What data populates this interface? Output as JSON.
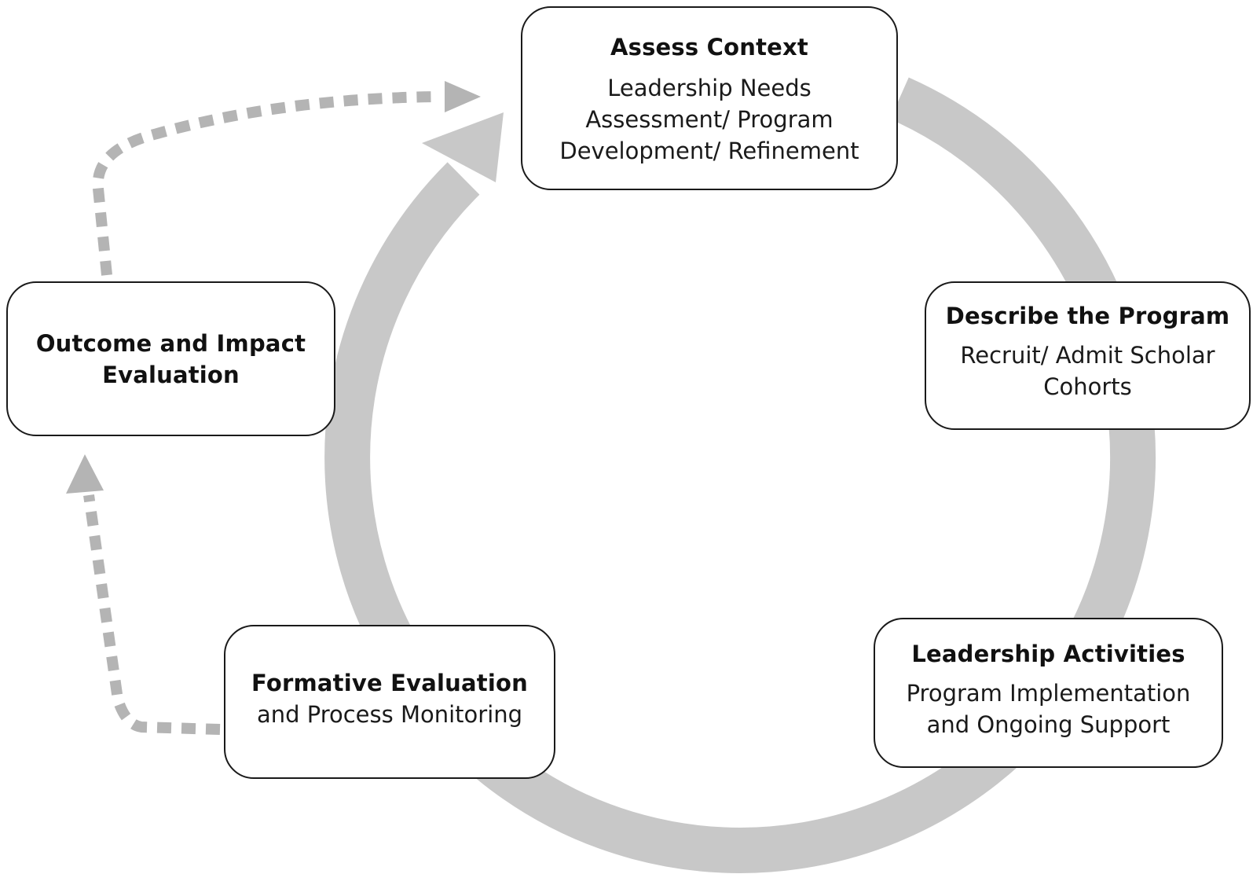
{
  "diagram": {
    "colors": {
      "cycle_arrow": "#c8c8c8",
      "dashed_arrow": "#b4b4b4",
      "box_border": "#1a1a1a",
      "background": "#ffffff"
    },
    "nodes": [
      {
        "id": "assess",
        "title": "Assess Context",
        "lines": [
          "Leadership Needs",
          "Assessment/ Program",
          "Development/ Refinement"
        ]
      },
      {
        "id": "describe",
        "title": "Describe the Program",
        "lines": [
          "Recruit/ Admit Scholar",
          "Cohorts"
        ]
      },
      {
        "id": "leadership",
        "title": "Leadership Activities",
        "lines": [
          "Program Implementation",
          "and Ongoing Support"
        ]
      },
      {
        "id": "formative",
        "title": "Formative Evaluation",
        "lines": [
          "and Process Monitoring"
        ]
      },
      {
        "id": "outcome",
        "title_lines": [
          "Outcome and Impact",
          "Evaluation"
        ]
      }
    ],
    "connectors": [
      {
        "from": "formative",
        "to": "outcome",
        "style": "dashed"
      },
      {
        "from": "outcome",
        "to": "assess",
        "style": "dashed"
      },
      {
        "from": "cycle",
        "to": "assess",
        "style": "solid-arrow"
      }
    ]
  }
}
